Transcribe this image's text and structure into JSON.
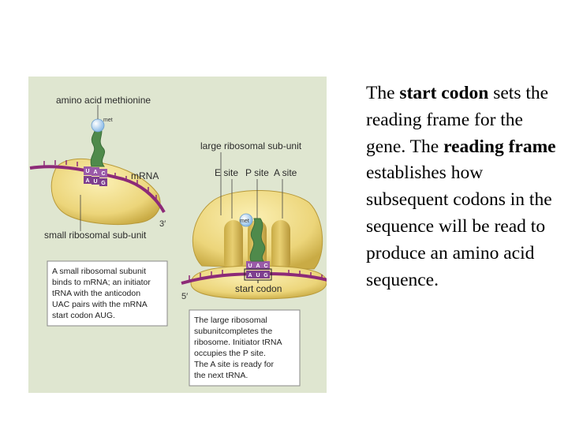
{
  "figure": {
    "colors": {
      "panel": "#dfe6d0",
      "subunit": "#f0dc84",
      "subunit_shadow": "#c9ab45",
      "mrna": "#8d2a78",
      "trna": "#4f8a4b",
      "met": "#a9cdf0",
      "codon": "#7e3f8e",
      "anticodon": "#9a5aa8"
    },
    "labels": {
      "amino_acid": "amino acid methionine",
      "met": "met",
      "mrna": "mRNA",
      "five_prime": "5′",
      "three_prime": "3′",
      "small_subunit": "small ribosomal sub-unit",
      "large_subunit": "large ribosomal sub-unit",
      "e_site": "E site",
      "p_site": "P site",
      "a_site": "A site",
      "start_codon": "start codon"
    },
    "anticodon_bases": [
      "U",
      "A",
      "C"
    ],
    "codon_bases": [
      "A",
      "U",
      "G"
    ],
    "caption_1": [
      "A small ribosomal subunit",
      "binds to mRNA; an initiator",
      "tRNA with the anticodon",
      "UAC pairs with the mRNA",
      "start codon AUG."
    ],
    "caption_2": [
      "The large ribosomal",
      "subunitcompletes the",
      "ribosome. Initiator tRNA",
      "occupies the P site.",
      "The A site is ready for",
      "the next tRNA."
    ]
  },
  "text": {
    "t1": "The ",
    "b1": "start codon",
    "t2": " sets the reading frame for the  gene. The ",
    "b2": "reading frame",
    "t3": " establishes how  subsequent codons in the sequence will be read to produce an amino acid sequence."
  }
}
